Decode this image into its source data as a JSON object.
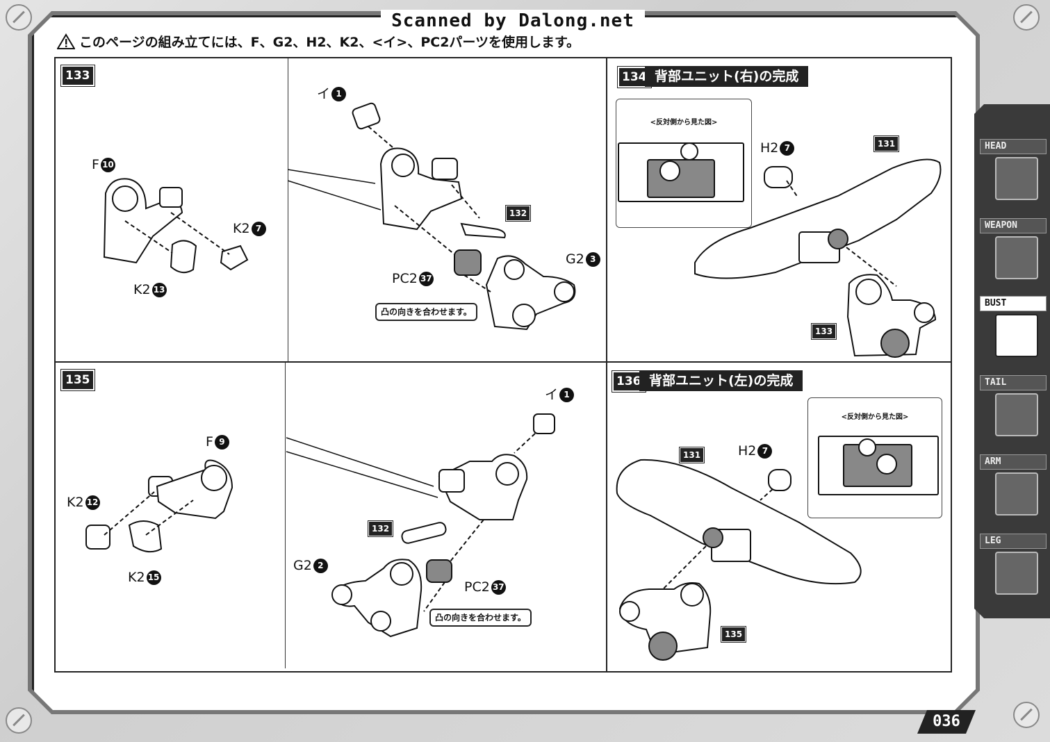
{
  "scan_credit": "Scanned by Dalong.net",
  "notice": "このページの組み立てには、F、G2、H2、K2、<イ>、PC2パーツを使用します。",
  "steps": {
    "s133": {
      "number": "133"
    },
    "s134": {
      "number": "134",
      "title": "背部ユニット(右)の完成",
      "inset_caption": "<反対側から見た図>"
    },
    "s135": {
      "number": "135"
    },
    "s136": {
      "number": "136",
      "title": "背部ユニット(左)の完成",
      "inset_caption": "<反対側から見た図>"
    }
  },
  "parts": {
    "p133_F": {
      "letter": "F",
      "num": "10"
    },
    "p133_K2a": {
      "letter": "K2",
      "num": "7"
    },
    "p133_K2b": {
      "letter": "K2",
      "num": "13"
    },
    "p133_I": {
      "letter": "イ",
      "num": "1"
    },
    "p133_PC2": {
      "letter": "PC2",
      "num": "37"
    },
    "p133_G2": {
      "letter": "G2",
      "num": "3"
    },
    "p134_H2": {
      "letter": "H2",
      "num": "7"
    },
    "p135_F": {
      "letter": "F",
      "num": "9"
    },
    "p135_K2a": {
      "letter": "K2",
      "num": "12"
    },
    "p135_K2b": {
      "letter": "K2",
      "num": "15"
    },
    "p135_I": {
      "letter": "イ",
      "num": "1"
    },
    "p135_G2": {
      "letter": "G2",
      "num": "2"
    },
    "p135_PC2": {
      "letter": "PC2",
      "num": "37"
    },
    "p136_H2": {
      "letter": "H2",
      "num": "7"
    }
  },
  "tags": {
    "t133_132": "132",
    "t134_131": "131",
    "t134_133": "133",
    "t135_132": "132",
    "t136_131": "131",
    "t136_135": "135"
  },
  "notes": {
    "n133": "凸の向きを合わせます。",
    "n135": "凸の向きを合わせます。"
  },
  "side_tabs": [
    {
      "label": "HEAD",
      "icon": "head-icon",
      "active": false
    },
    {
      "label": "WEAPON",
      "icon": "weapon-icon",
      "active": false
    },
    {
      "label": "BUST",
      "icon": "bust-icon",
      "active": true
    },
    {
      "label": "TAIL",
      "icon": "tail-icon",
      "active": false
    },
    {
      "label": "ARM",
      "icon": "arm-icon",
      "active": false
    },
    {
      "label": "LEG",
      "icon": "leg-icon",
      "active": false
    }
  ],
  "page_number": "036"
}
